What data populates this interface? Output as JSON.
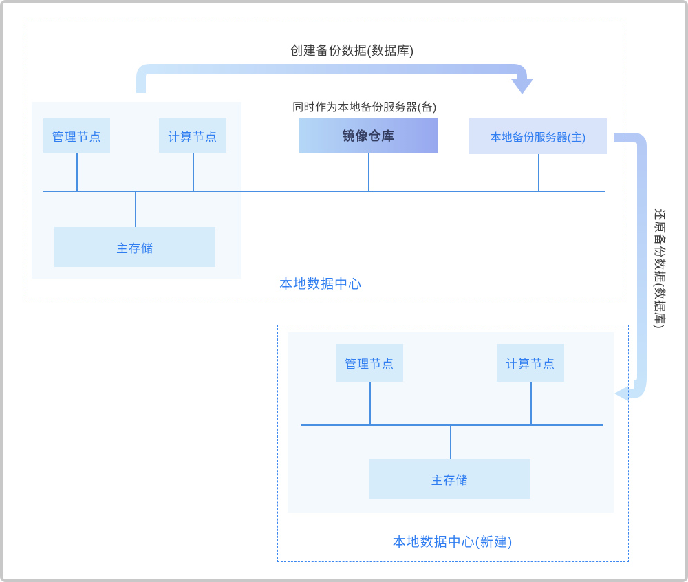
{
  "flow": {
    "create_backup_label": "创建备份数据(数据库)",
    "standby_note": "同时作为本地备份服务器(备)",
    "restore_label": "还原备份数据(数据库)"
  },
  "dc1": {
    "label": "本地数据中心",
    "nodes": {
      "mgmt": "管理节点",
      "compute": "计算节点",
      "mirror": "镜像仓库",
      "backup_server": "本地备份服务器(主)",
      "storage": "主存储"
    }
  },
  "dc2": {
    "label": "本地数据中心(新建)",
    "nodes": {
      "mgmt": "管理节点",
      "compute": "计算节点",
      "storage": "主存储"
    }
  },
  "colors": {
    "dashed_border": "#3d87f1",
    "panel_bg": "#f4f9fe",
    "node_bg": "#d7ecfb",
    "backup_node_bg": "#d9e3fa",
    "node_text": "#2f7df0",
    "dark_text": "#3c3c3c",
    "mirror_gradient_start": "#b5d7f6",
    "mirror_gradient_end": "#98a8ef",
    "mirror_text": "#333c5f",
    "bus_line": "#4a90e2",
    "arrow_top_start": "#cfe7fb",
    "arrow_top_end": "#a9bef3",
    "arrow_right_start": "#b4c9f5",
    "arrow_right_end": "#c8e5fb",
    "frame_border": "#c8c8c8"
  }
}
